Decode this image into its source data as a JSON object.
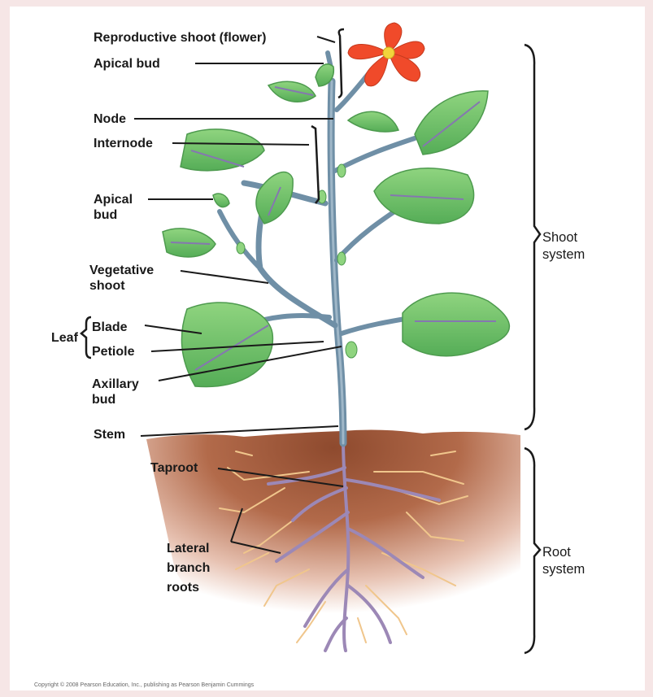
{
  "labels": {
    "reproductive_shoot": "Reproductive shoot (flower)",
    "apical_bud_top": "Apical bud",
    "node": "Node",
    "internode": "Internode",
    "apical_bud_side": "Apical bud",
    "vegetative_shoot": "Vegetative shoot",
    "leaf": "Leaf",
    "blade": "Blade",
    "petiole": "Petiole",
    "axillary_bud": "Axillary bud",
    "stem": "Stem",
    "taproot": "Taproot",
    "lateral_branch_roots": "Lateral branch roots",
    "shoot_system": "Shoot system",
    "root_system": "Root system"
  },
  "copyright": "Copyright © 2008 Pearson Education, Inc., publishing as Pearson Benjamin Cummings",
  "colors": {
    "leaf": "#6ec36a",
    "leaf_vein": "#8577b0",
    "stem": "#6f8fa6",
    "petal": "#f04a2a",
    "flower_center": "#f2d43c",
    "soil": "#9b5234",
    "root": "#9c88b6",
    "root_hair": "#f0c68c"
  }
}
